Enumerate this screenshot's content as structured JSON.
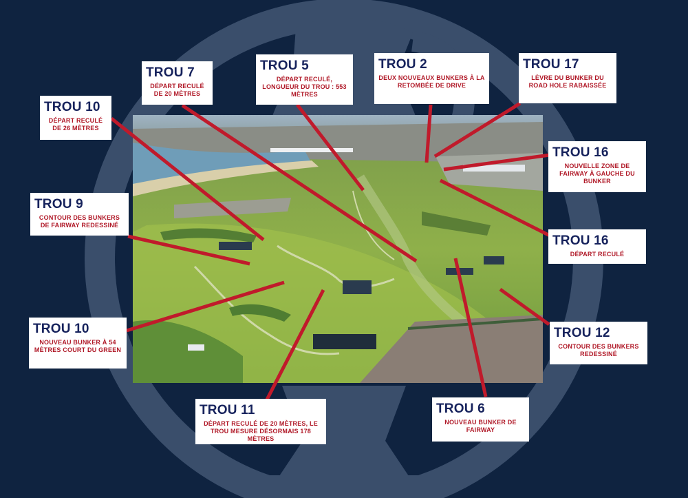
{
  "colors": {
    "background": "#0f2340",
    "emblem": "#3a4e6b",
    "heading": "#16225c",
    "detail": "#b01827",
    "leader_line": "#c01a2b",
    "box": "#ffffff"
  },
  "emblem": {
    "icon": "claret-jug-icon"
  },
  "photo": {
    "subject": "aerial-golf-course-photo"
  },
  "callouts": [
    {
      "id": "trou-7",
      "heading": "TROU 7",
      "text": "DÉPART RECULÉ DE 20 MÈTRES"
    },
    {
      "id": "trou-5",
      "heading": "TROU 5",
      "text": "DÉPART RECULÉ, LONGUEUR DU TROU : 553 MÈTRES"
    },
    {
      "id": "trou-2",
      "heading": "TROU 2",
      "text": "DEUX NOUVEAUX BUNKERS À LA RETOMBÉE DE DRIVE"
    },
    {
      "id": "trou-17",
      "heading": "TROU 17",
      "text": "LÈVRE DU BUNKER DU ROAD HOLE RABAISSÉE"
    },
    {
      "id": "trou-10-a",
      "heading": "TROU 10",
      "text": "DÉPART RECULÉ DE 26 MÈTRES"
    },
    {
      "id": "trou-16-a",
      "heading": "TROU 16",
      "text": "NOUVELLE ZONE DE FAIRWAY À GAUCHE DU BUNKER"
    },
    {
      "id": "trou-9",
      "heading": "TROU 9",
      "text": "CONTOUR DES BUNKERS DE FAIRWAY REDESSINÉ"
    },
    {
      "id": "trou-16-b",
      "heading": "TROU 16",
      "text": "DÉPART RECULÉ"
    },
    {
      "id": "trou-10-b",
      "heading": "TROU 10",
      "text": "NOUVEAU BUNKER À 54 MÈTRES COURT DU GREEN"
    },
    {
      "id": "trou-12",
      "heading": "TROU 12",
      "text": "CONTOUR DES BUNKERS REDESSINÉ"
    },
    {
      "id": "trou-11",
      "heading": "TROU 11",
      "text": "DÉPART RECULÉ DE 20 MÈTRES, LE TROU MESURE DÉSORMAIS 178 MÈTRES"
    },
    {
      "id": "trou-6",
      "heading": "TROU 6",
      "text": "NOUVEAU BUNKER DE FAIRWAY"
    }
  ]
}
